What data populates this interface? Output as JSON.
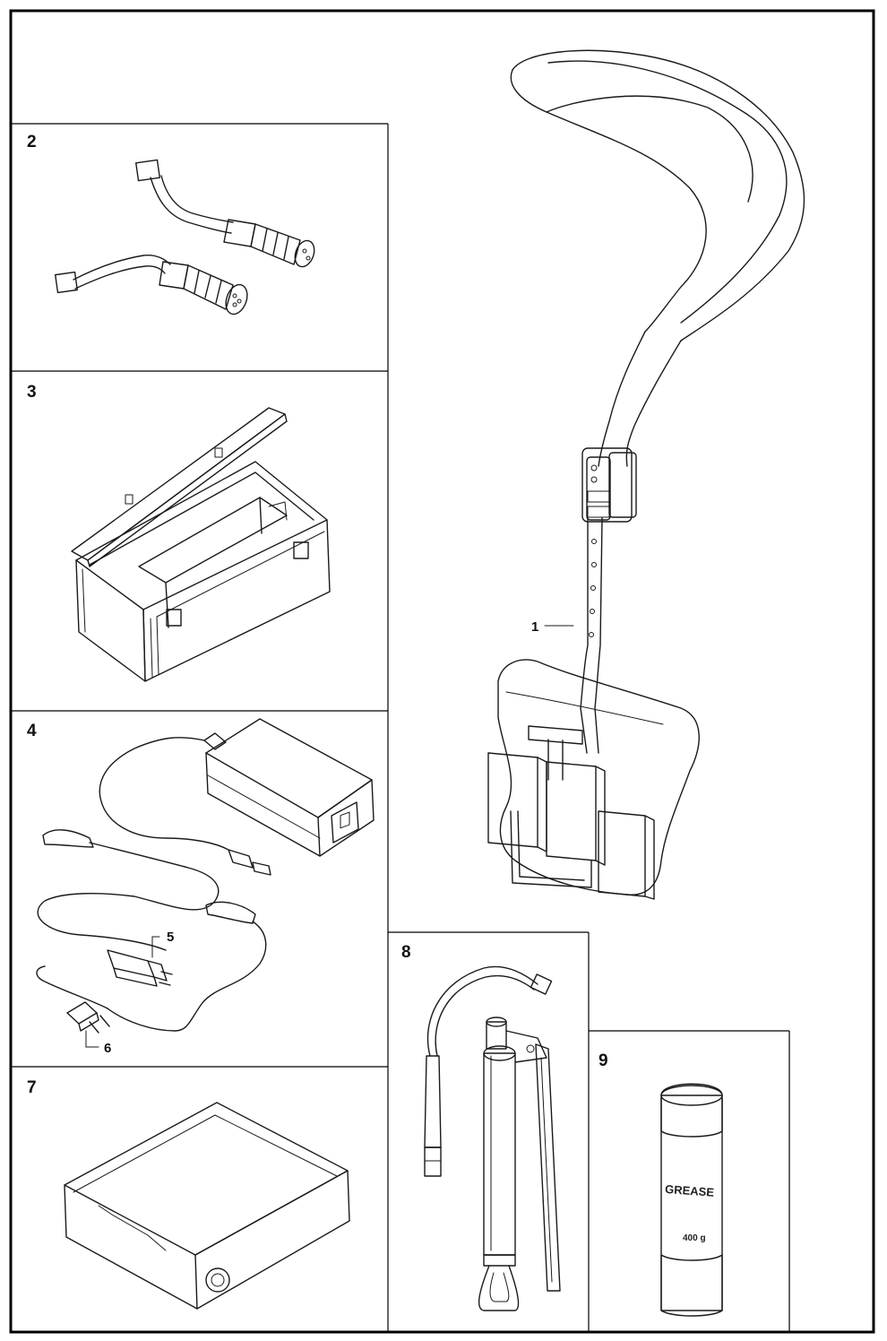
{
  "diagram": {
    "panels": [
      {
        "id": "2",
        "label": "2",
        "item": "cable-pair"
      },
      {
        "id": "3",
        "label": "3",
        "item": "transport-box"
      },
      {
        "id": "4",
        "label": "4",
        "item": "charger-adapter"
      },
      {
        "id": "7",
        "label": "7",
        "item": "battery-unit"
      },
      {
        "id": "8",
        "label": "8",
        "item": "grease-gun"
      },
      {
        "id": "9",
        "label": "9",
        "item": "grease-cartridge"
      }
    ],
    "callouts": {
      "harness": "1",
      "plug_us": "5",
      "plug_eu": "6"
    },
    "grease_label": "GREASE",
    "grease_weight": "400 g"
  },
  "colors": {
    "line": "#1a1a1a",
    "frame": "#000000",
    "shading": "#cccccc",
    "background": "#ffffff"
  }
}
